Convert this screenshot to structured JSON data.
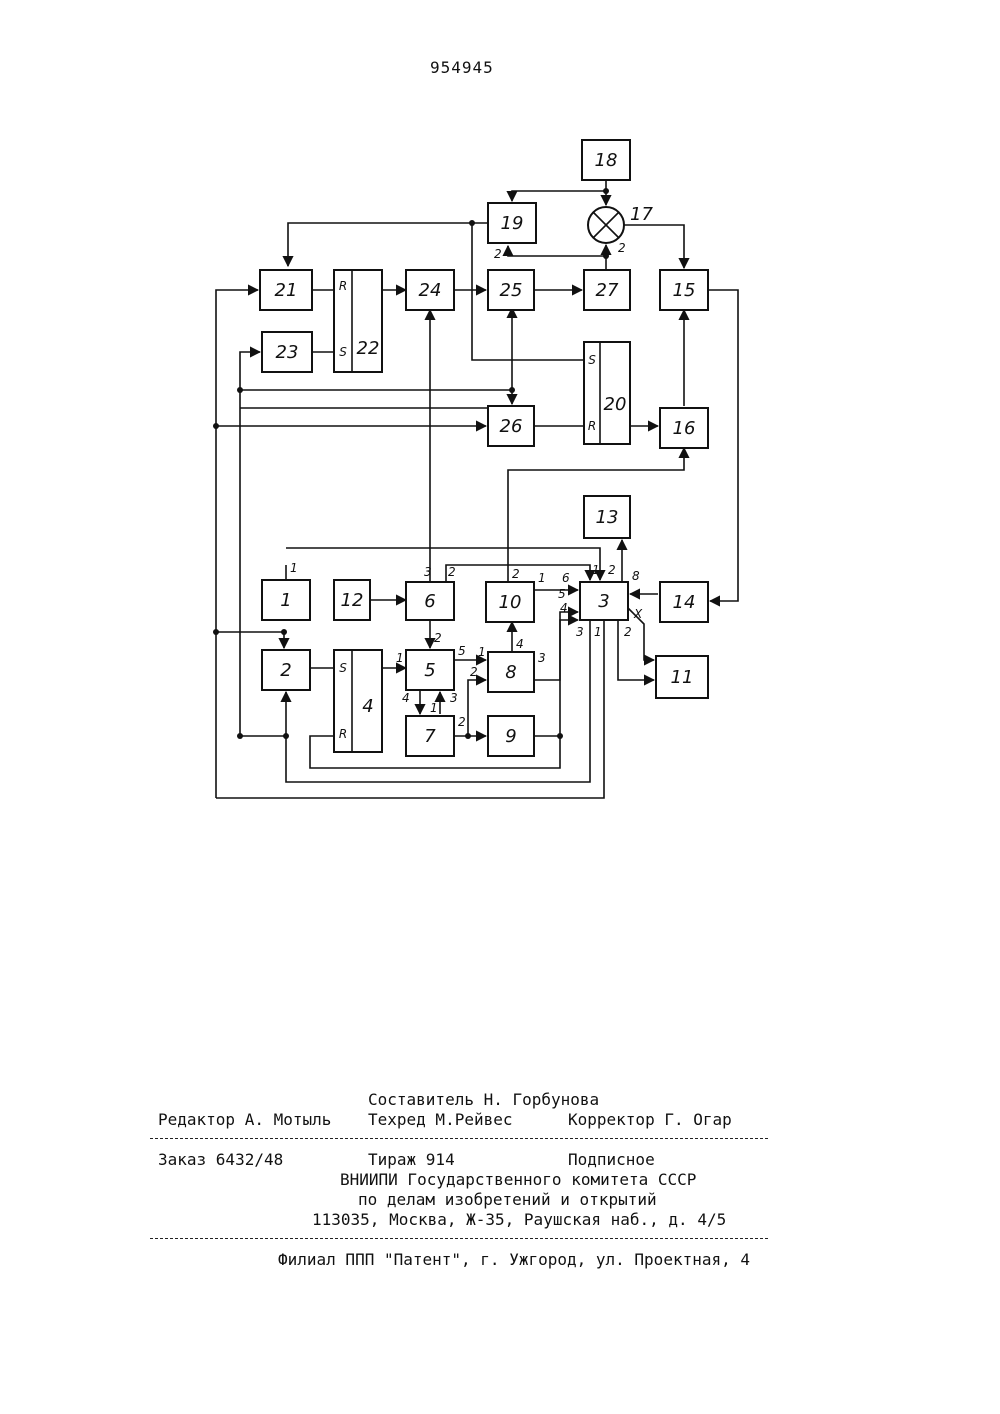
{
  "patent_number": "954945",
  "diagram": {
    "blocks": [
      "1",
      "2",
      "3",
      "4",
      "5",
      "6",
      "7",
      "8",
      "9",
      "10",
      "11",
      "12",
      "13",
      "14",
      "15",
      "16",
      "17",
      "18",
      "19",
      "20",
      "21",
      "22",
      "23",
      "24",
      "25",
      "26",
      "27"
    ],
    "flipflop_pins": {
      "set": "S",
      "reset": "R",
      "set_alt": "S"
    },
    "labels": {
      "b1_out": "1",
      "b19_in2": "2",
      "b17_in2": "2",
      "b17_num": "17",
      "b6_o3": "3",
      "b6_o2": "2",
      "b6_in2": "2",
      "b5_in1": "1",
      "b5_o5": "5",
      "b5_o4": "4",
      "b5_i3": "3",
      "b7_1": "1",
      "b7_o2": "2",
      "b8_i1": "1",
      "b8_i2": "2",
      "b8_o3": "3",
      "b8_o4": "4",
      "b10_o2": "2",
      "b10_o1": "1",
      "b3_i6": "6",
      "b3_i5": "5",
      "b3_i4": "4",
      "b3_t1": "1",
      "b3_t2": "2",
      "b3_b3": "3",
      "b3_b1": "1",
      "b3_b2": "2",
      "b3_r8": "8",
      "b3_rx": "X"
    }
  },
  "footer": {
    "composer": "Составитель Н. Горбунова",
    "editor": "Редактор А. Мотыль",
    "techred": "Техред М.Рейвес",
    "corrector": "Корректор Г. Огар",
    "order": "Заказ 6432/48",
    "circulation": "Тираж 914",
    "subscription": "Подписное",
    "org_line1": "ВНИИПИ Государственного комитета СССР",
    "org_line2": "по делам изобретений и открытий",
    "org_address": "113035, Москва, Ж-35, Раушская наб., д. 4/5",
    "branch": "Филиал ППП \"Патент\", г. Ужгород, ул. Проектная, 4"
  }
}
